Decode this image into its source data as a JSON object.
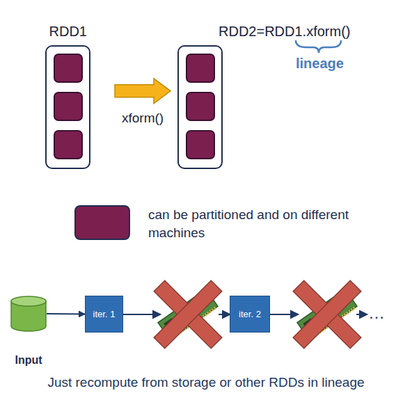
{
  "diagram": {
    "caption": "Just recompute from storage or other RDDs in lineage",
    "nodes": [
      {
        "text": [
          "RDD1"
        ]
      },
      {
        "text": [
          "RDD2=RDD1.xform()"
        ]
      },
      {
        "text": [
          "Input"
        ]
      },
      {
        "text": [
          "iter. 1"
        ]
      },
      {
        "text": [
          "iter. 2"
        ]
      }
    ],
    "edges": [
      {
        "from": 0,
        "to": 1,
        "arrow": "to",
        "label": "xform()"
      },
      {
        "from": 2,
        "to": 3,
        "arrow": "to"
      }
    ],
    "labels": [
      "lineage",
      "…"
    ],
    "legend": [
      {
        "text": "can be partitioned and on different machines",
        "color": "#7b1f4f"
      }
    ]
  }
}
